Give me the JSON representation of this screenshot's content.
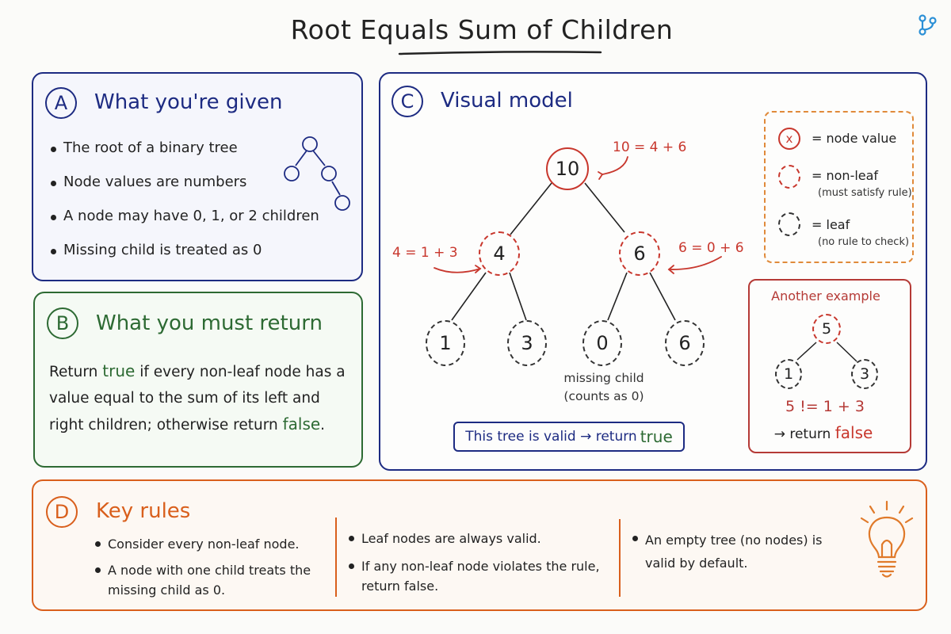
{
  "title": "Root Equals Sum of Children",
  "panel_a": {
    "badge": "A",
    "heading": "What you're given",
    "bullets": [
      "The root of a binary tree",
      "Node values are numbers",
      "A node may have 0, 1, or 2 children",
      "Missing child is treated as 0"
    ]
  },
  "panel_b": {
    "badge": "B",
    "heading": "What you must return",
    "text_1": "Return ",
    "kw_true": "true",
    "text_2": " if every non-leaf node has a value equal to the sum of its left and right children; otherwise return ",
    "kw_false": "false",
    "text_3": "."
  },
  "panel_c": {
    "badge": "C",
    "heading": "Visual model",
    "root_value": "10",
    "left_value": "4",
    "right_value": "6",
    "leaves": [
      "1",
      "3",
      "0",
      "6"
    ],
    "root_annotation": "10 = 4 + 6",
    "left_annotation": "4 = 1 + 3",
    "right_annotation": "6 = 0 + 6",
    "missing_line_1": "missing child",
    "missing_line_2": "(counts as 0)",
    "result_text": "This tree is valid → return ",
    "result_kw": "true",
    "legend": {
      "symbol_value": "x",
      "value_label": "= node value",
      "nonleaf_label": "= non-leaf",
      "nonleaf_sub": "(must satisfy rule)",
      "leaf_label": "= leaf",
      "leaf_sub": "(no rule to check)"
    },
    "example": {
      "title": "Another example",
      "root": "5",
      "left": "1",
      "right": "3",
      "equation": "5 != 1 + 3",
      "return_text": "→ return ",
      "return_kw": "false"
    }
  },
  "panel_d": {
    "badge": "D",
    "heading": "Key rules",
    "col1": [
      "Consider every non-leaf node.",
      "A node with one child treats the missing child as 0."
    ],
    "col2": [
      "Leaf nodes are always valid.",
      "If any non-leaf node violates the rule, return false."
    ],
    "col3": [
      "An empty tree (no nodes) is valid by default."
    ]
  },
  "colors": {
    "blue": "#1d2b82",
    "green": "#2d6a33",
    "red": "#c8372d",
    "orange": "#d95f1c"
  }
}
